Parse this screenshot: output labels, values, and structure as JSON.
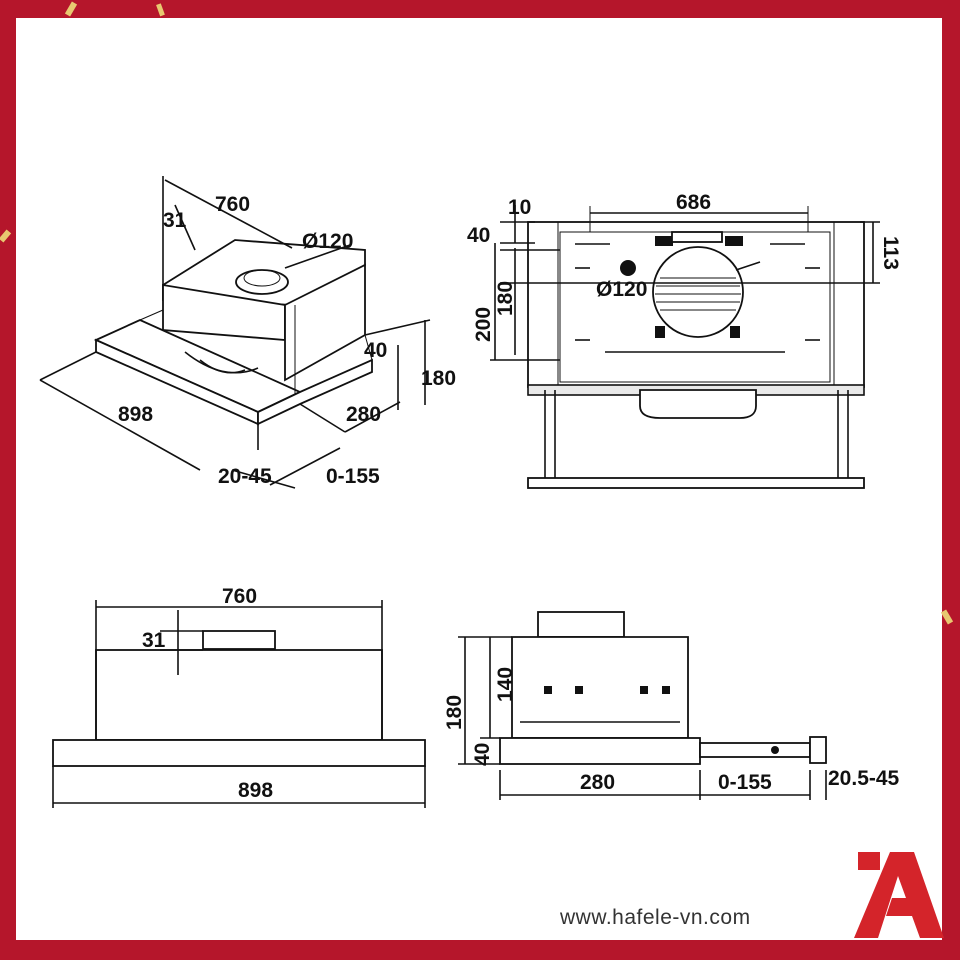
{
  "colors": {
    "frame": "#b5162b",
    "paper": "#ffffff",
    "ink": "#111111",
    "logo": "#d4242a"
  },
  "iso_view": {
    "width_top": "760",
    "offset_top": "31",
    "duct_diameter": "Ø120",
    "height_front": "40",
    "height_total": "180",
    "depth": "280",
    "width_total": "898",
    "front_panel": "20-45",
    "extension": "0-155"
  },
  "top_view": {
    "offset": "10",
    "width": "686",
    "height_left": "40",
    "height_b": "180",
    "height_c": "200",
    "duct_diameter": "Ø120",
    "height_right": "113"
  },
  "front_view": {
    "width_top": "760",
    "offset": "31",
    "width_total": "898"
  },
  "side_view": {
    "height_total": "180",
    "height_upper": "140",
    "height_lower": "40",
    "depth": "280",
    "extension": "0-155",
    "front_panel": "20.5-45"
  },
  "footer": {
    "website": "www.hafele-vn.com",
    "logo_icon": "hafele-logo-icon"
  }
}
